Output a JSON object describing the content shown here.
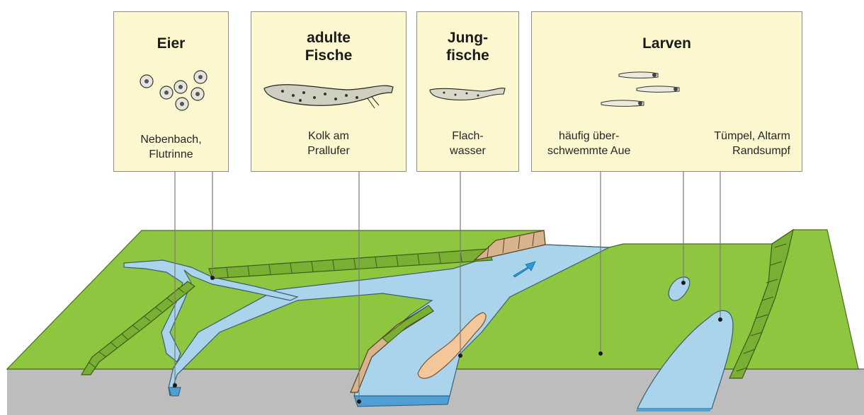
{
  "panels": {
    "eggs": {
      "title": "Eier",
      "caption": "Nebenbach,\nFlutrinne"
    },
    "adults": {
      "title": "adulte\nFische",
      "caption": "Kolk am\nPrallufer"
    },
    "juveniles": {
      "title": "Jung-\nfische",
      "caption": "Flach-\nwasser"
    },
    "larvae": {
      "title": "Larven",
      "caption_left": "häufig über-\nschwemmte Aue",
      "caption_right": "Tümpel, Altarm\nRandsumpf"
    }
  },
  "colors": {
    "meadow": "#8ec63f",
    "water": "#a9d4ec",
    "deep_water": "#4f9fd4",
    "ground": "#bdbdbd",
    "sandbank": "#f4c79a",
    "bank_slope": "#d8b48e",
    "panel": "#fcf7cf",
    "flow_arrow": "#2b9ad6"
  }
}
